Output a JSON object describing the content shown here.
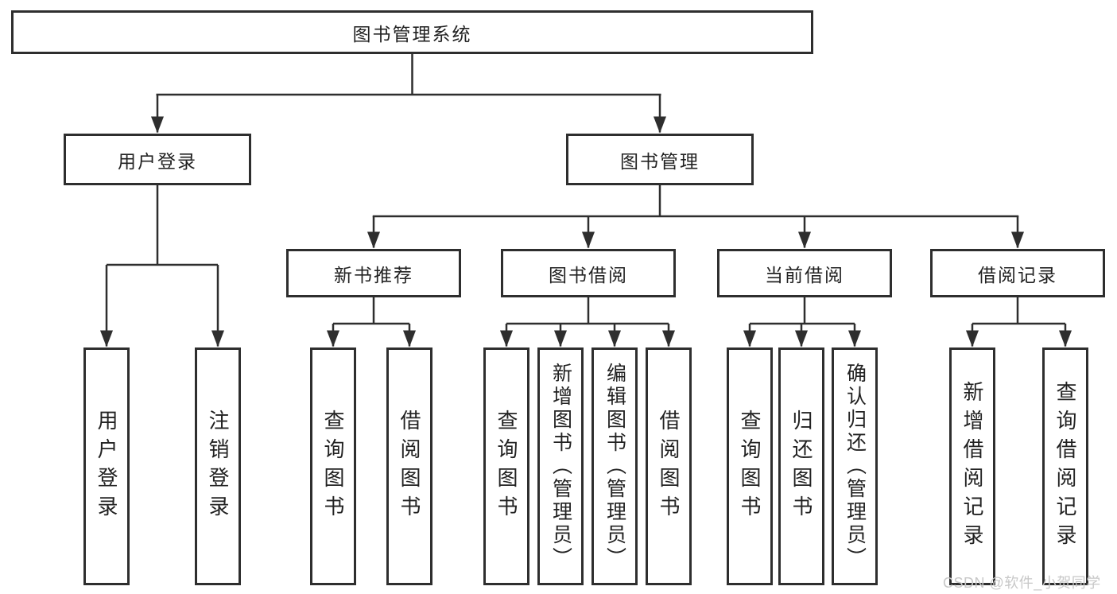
{
  "diagram": {
    "type": "hierarchy",
    "root": {
      "label": "图书管理系统"
    },
    "level1": [
      {
        "label": "用户登录"
      },
      {
        "label": "图书管理"
      }
    ],
    "level2": [
      {
        "label": "新书推荐"
      },
      {
        "label": "图书借阅"
      },
      {
        "label": "当前借阅"
      },
      {
        "label": "借阅记录"
      }
    ],
    "leaves": {
      "login": [
        "用户登录",
        "注销登录"
      ],
      "new_books": [
        "查询图书",
        "借阅图书"
      ],
      "borrow": [
        "查询图书",
        "新增图书（管理员）",
        "编辑图书（管理员）",
        "借阅图书"
      ],
      "current": [
        "查询图书",
        "归还图书",
        "确认归还（管理员）"
      ],
      "records": [
        "新增借阅记录",
        "查询借阅记录"
      ]
    }
  },
  "watermark": "CSDN @软件_小贺同学",
  "colors": {
    "line": "#2e2e2e",
    "text": "#222222",
    "background": "#ffffff",
    "watermark": "#c8c8c8"
  }
}
